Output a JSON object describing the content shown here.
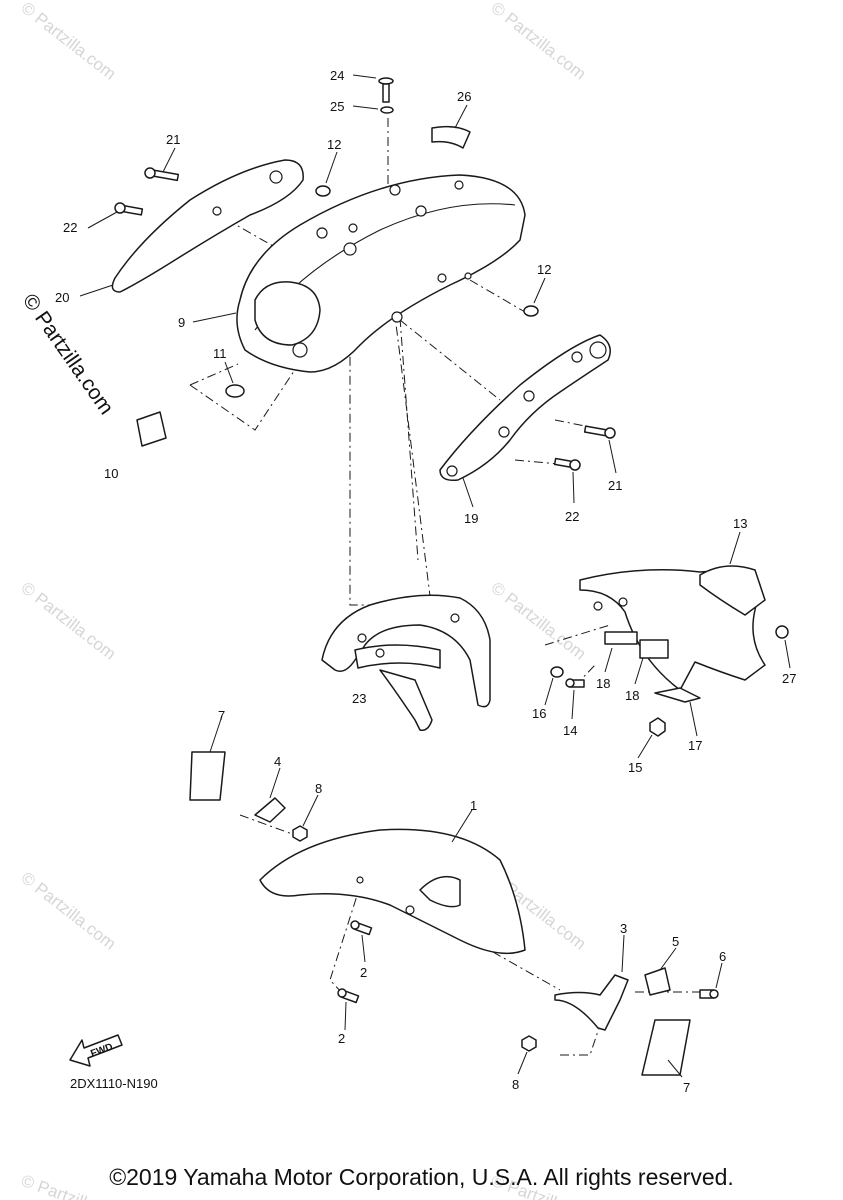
{
  "watermark": {
    "text": "© Partzilla.com",
    "side_text": "© Partzilla.com"
  },
  "diagram_code": "2DX1110-N190",
  "fwd_label": "FWD",
  "callouts": {
    "c1": "1",
    "c2a": "2",
    "c2b": "2",
    "c3": "3",
    "c4": "4",
    "c5": "5",
    "c6": "6",
    "c7a": "7",
    "c7b": "7",
    "c8a": "8",
    "c8b": "8",
    "c9": "9",
    "c10": "10",
    "c11": "11",
    "c12a": "12",
    "c12b": "12",
    "c13": "13",
    "c14": "14",
    "c15": "15",
    "c16": "16",
    "c17": "17",
    "c18a": "18",
    "c18b": "18",
    "c19": "19",
    "c20": "20",
    "c21a": "21",
    "c21b": "21",
    "c22a": "22",
    "c22b": "22",
    "c23": "23",
    "c24": "24",
    "c25": "25",
    "c26": "26",
    "c27": "27"
  },
  "footer": {
    "copyright": "©2019 Yamaha Motor Corporation, U.S.A. All rights reserved."
  }
}
